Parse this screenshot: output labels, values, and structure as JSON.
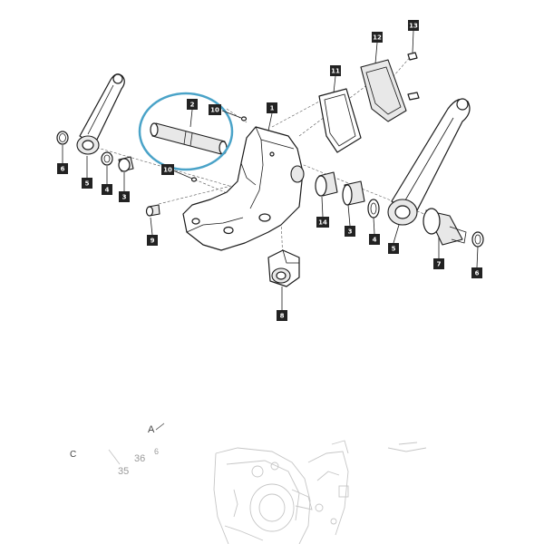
{
  "diagram": {
    "highlight_color": "#4aa3c8",
    "callout_color": "#222222",
    "callouts": [
      {
        "id": "c-13",
        "label": "13"
      },
      {
        "id": "c-12",
        "label": "12"
      },
      {
        "id": "c-11",
        "label": "11"
      },
      {
        "id": "c-1",
        "label": "1"
      },
      {
        "id": "c-2",
        "label": "2"
      },
      {
        "id": "c-10a",
        "label": "10"
      },
      {
        "id": "c-10b",
        "label": "10"
      },
      {
        "id": "c-6a",
        "label": "6"
      },
      {
        "id": "c-5a",
        "label": "5"
      },
      {
        "id": "c-4a",
        "label": "4"
      },
      {
        "id": "c-3a",
        "label": "3"
      },
      {
        "id": "c-9",
        "label": "9"
      },
      {
        "id": "c-14",
        "label": "14"
      },
      {
        "id": "c-3b",
        "label": "3"
      },
      {
        "id": "c-4b",
        "label": "4"
      },
      {
        "id": "c-5b",
        "label": "5"
      },
      {
        "id": "c-7",
        "label": "7"
      },
      {
        "id": "c-6b",
        "label": "6"
      },
      {
        "id": "c-8",
        "label": "8"
      }
    ],
    "secondary_labels": {
      "a": "A",
      "c": "C",
      "n36": "36",
      "n6": "6",
      "n35": "35"
    }
  }
}
